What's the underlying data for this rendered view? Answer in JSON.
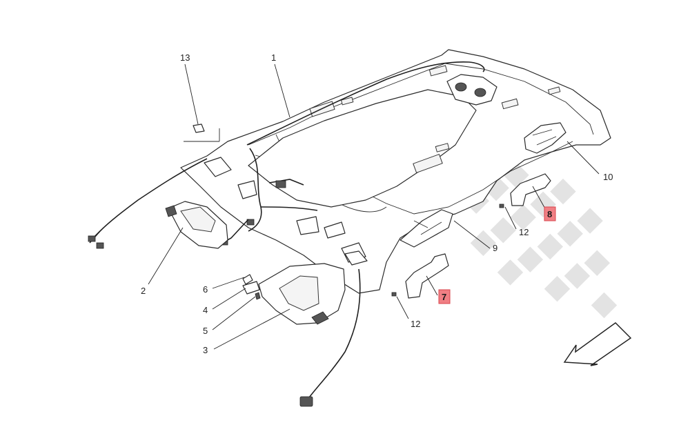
{
  "callouts": [
    {
      "id": "c1",
      "text": "1"
    },
    {
      "id": "c2",
      "text": "2"
    },
    {
      "id": "c3",
      "text": "3"
    },
    {
      "id": "c4",
      "text": "4"
    },
    {
      "id": "c5",
      "text": "5"
    },
    {
      "id": "c6",
      "text": "6"
    },
    {
      "id": "c7",
      "text": "7",
      "highlight": true
    },
    {
      "id": "c8",
      "text": "8",
      "highlight": true
    },
    {
      "id": "c9",
      "text": "9"
    },
    {
      "id": "c10",
      "text": "10"
    },
    {
      "id": "c12a",
      "text": "12"
    },
    {
      "id": "c12b",
      "text": "12"
    },
    {
      "id": "c13",
      "text": "13"
    }
  ],
  "colors": {
    "highlight_fill": "#f07f84",
    "watermark": "#e3e3e3",
    "line": "#2a2a2a"
  },
  "icons": {
    "direction_arrow": "front-direction-arrow-icon",
    "watermark": "checkered-flag-watermark"
  }
}
